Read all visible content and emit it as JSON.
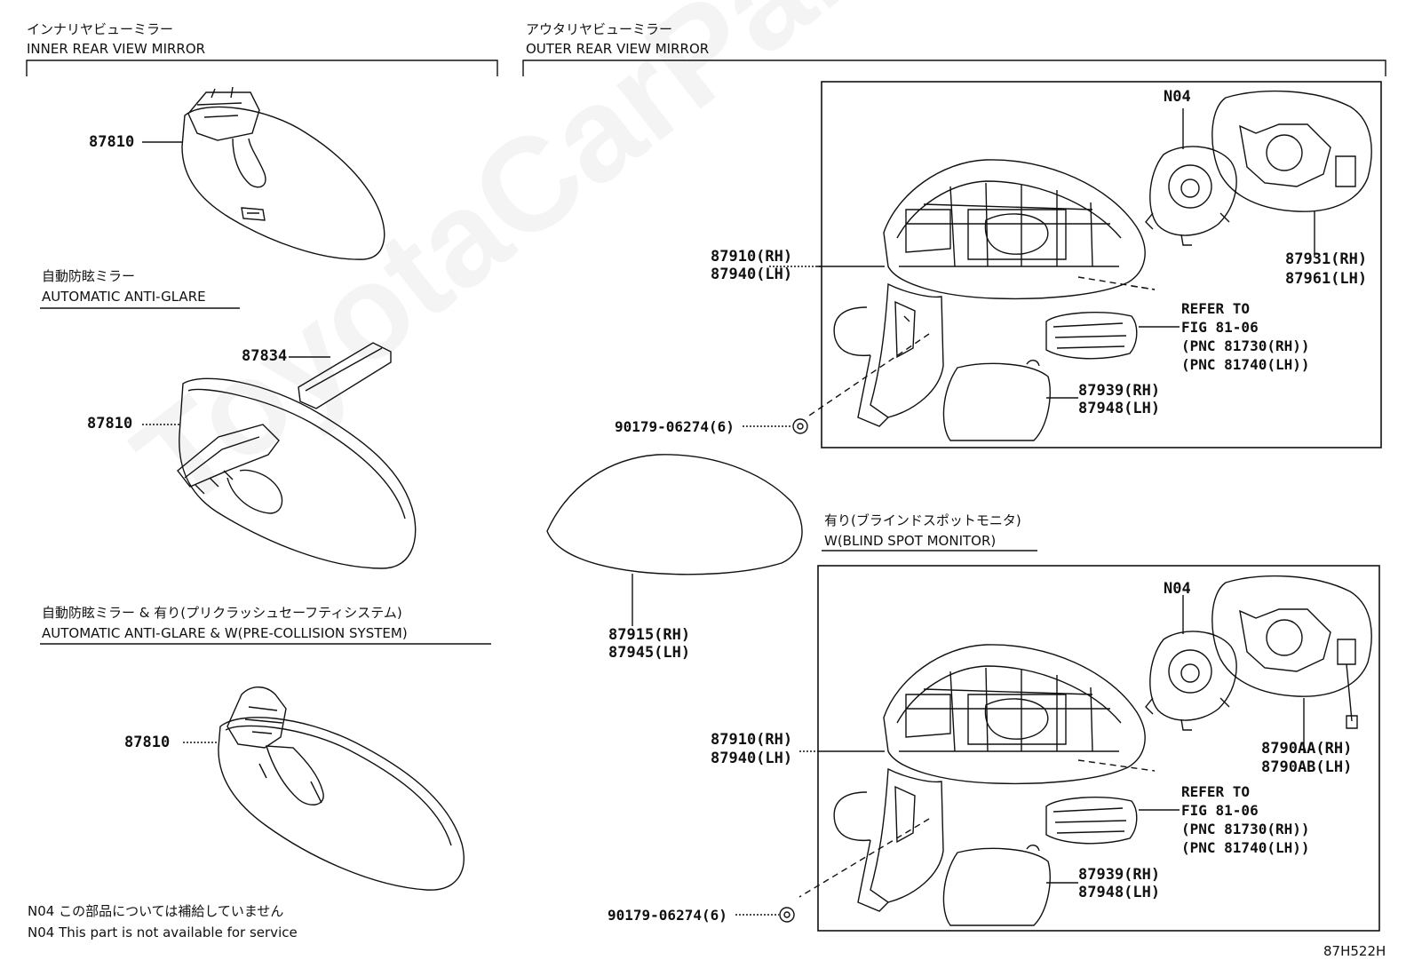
{
  "watermark": "ToyotaCarParts",
  "sections": {
    "inner": {
      "title_ja": "インナリヤビューミラー",
      "title_en": "INNER REAR VIEW MIRROR"
    },
    "outer": {
      "title_ja": "アウタリヤビューミラー",
      "title_en": "OUTER REAR VIEW MIRROR"
    },
    "auto_glare": {
      "title_ja": "自動防眩ミラー",
      "title_en": "AUTOMATIC ANTI-GLARE"
    },
    "auto_glare_pcs": {
      "title_ja": "自動防眩ミラー & 有り(プリクラッシュセーフティシステム)",
      "title_en": "AUTOMATIC ANTI-GLARE & W(PRE-COLLISION SYSTEM)"
    },
    "bsm": {
      "title_ja": "有り(ブラインドスポットモニタ)",
      "title_en": "W(BLIND SPOT MONITOR)"
    }
  },
  "parts": {
    "inner_mirror_1": "87810",
    "inner_mirror_2": "87810",
    "inner_cover": "87834",
    "inner_mirror_3": "87810",
    "outer_assy_rh": "87910(RH)",
    "outer_assy_lh": "87940(LH)",
    "outer_glass_rh": "87931(RH)",
    "outer_glass_lh": "87961(LH)",
    "actuator_1": "N04",
    "cover_rh": "87939(RH)",
    "cover_lh": "87948(LH)",
    "screw_1": "90179-06274(6)",
    "cap_rh": "87915(RH)",
    "cap_lh": "87945(LH)",
    "actuator_2": "N04",
    "bsm_assy_rh": "87910(RH)",
    "bsm_assy_lh": "87940(LH)",
    "bsm_glass_rh": "8790AA(RH)",
    "bsm_glass_lh": "8790AB(LH)",
    "bsm_cover_rh": "87939(RH)",
    "bsm_cover_lh": "87948(LH)",
    "screw_2": "90179-06274(6)"
  },
  "refer_1": {
    "l1": "REFER TO",
    "l2": "FIG 81-06",
    "l3": "(PNC 81730(RH))",
    "l4": "(PNC 81740(LH))"
  },
  "refer_2": {
    "l1": "REFER TO",
    "l2": "FIG 81-06",
    "l3": "(PNC 81730(RH))",
    "l4": "(PNC 81740(LH))"
  },
  "notes": {
    "ja": "N04 この部品については補給していません",
    "en": "N04 This part is not available for service"
  },
  "figure_code": "87H522H"
}
